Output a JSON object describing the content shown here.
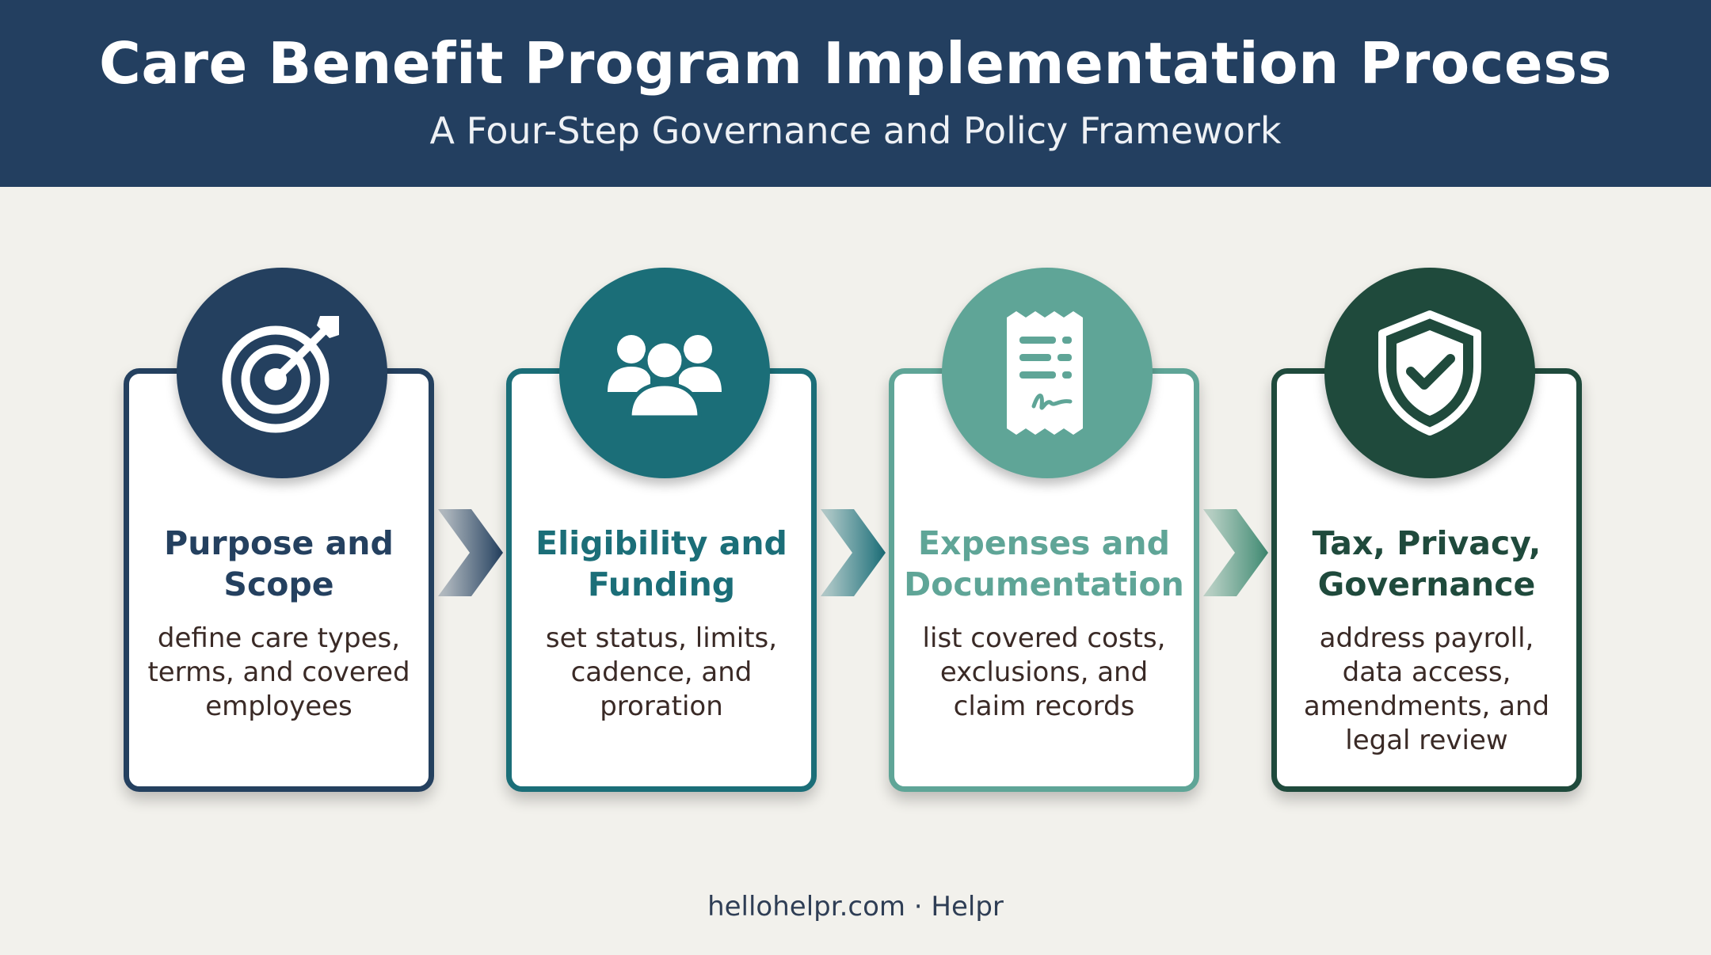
{
  "header": {
    "title": "Care Benefit Program Implementation Process",
    "subtitle": "A Four-Step Governance and Policy Framework"
  },
  "steps": [
    {
      "icon": "target-icon",
      "color": "#24405f",
      "title_line1": "Purpose and",
      "title_line2": "Scope",
      "desc_line1": "define care types,",
      "desc_line2": "terms, and covered",
      "desc_line3": "employees"
    },
    {
      "icon": "people-group-icon",
      "color": "#1b6e78",
      "title_line1": "Eligibility and",
      "title_line2": "Funding",
      "desc_line1": "set status, limits,",
      "desc_line2": "cadence, and",
      "desc_line3": "proration"
    },
    {
      "icon": "receipt-document-icon",
      "color": "#5fa597",
      "title_line1": "Expenses and",
      "title_line2": "Documentation",
      "desc_line1": "list covered costs,",
      "desc_line2": "exclusions, and",
      "desc_line3": "claim records"
    },
    {
      "icon": "shield-check-icon",
      "color": "#1f4a3c",
      "title_line1": "Tax, Privacy,",
      "title_line2": "Governance",
      "desc_line1": "address payroll,",
      "desc_line2": "data access,",
      "desc_line3": "amendments, and",
      "desc_line4": "legal review"
    }
  ],
  "footer": {
    "text": "hellohelpr.com · Helpr"
  }
}
